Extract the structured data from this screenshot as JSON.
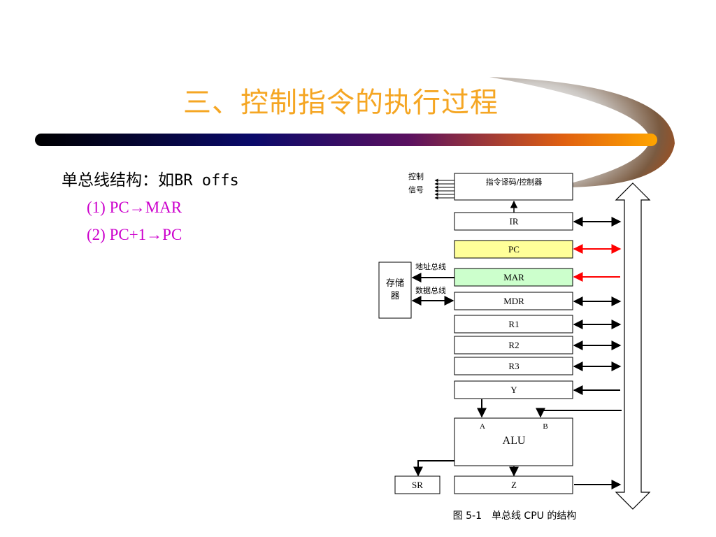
{
  "slide": {
    "title": "三、控制指令的执行过程",
    "line1_prefix": "单总线结构：如",
    "line1_code": "BR offs",
    "steps": [
      "(1) PC→MAR",
      "(2) PC+1→PC"
    ]
  },
  "diagram": {
    "control_signal_label_1": "控制",
    "control_signal_label_2": "信号",
    "controller": "指令译码/控制器",
    "registers": {
      "ir": "IR",
      "pc": "PC",
      "mar": "MAR",
      "mdr": "MDR",
      "r1": "R1",
      "r2": "R2",
      "r3": "R3",
      "y": "Y",
      "z": "Z",
      "sr": "SR"
    },
    "alu": {
      "label": "ALU",
      "input_a": "A",
      "input_b": "B"
    },
    "memory_label_1": "存储",
    "memory_label_2": "器",
    "address_bus_label": "地址总线",
    "data_bus_label": "数据总线",
    "caption": "图 5-1　单总线 CPU 的结构",
    "colors": {
      "title": "#f5a623",
      "steps": "#cc00cc",
      "pc_fill": "#ffff99",
      "mar_fill": "#ccffcc",
      "active_arrow": "#ff0000"
    }
  }
}
